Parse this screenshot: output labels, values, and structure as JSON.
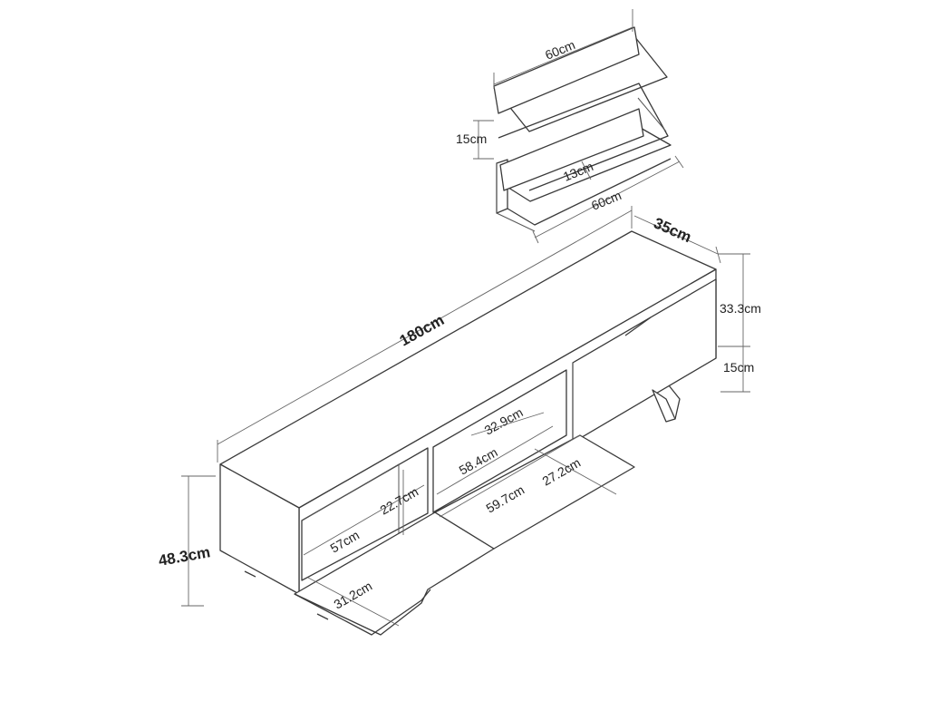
{
  "shelf": {
    "width_top": "60cm",
    "width_bottom": "60cm",
    "height": "15cm",
    "depth": "13cm"
  },
  "unit": {
    "length": "180cm",
    "depth": "35cm",
    "total_height": "48.3cm",
    "body_height": "33.3cm",
    "leg_height": "15cm",
    "compartment_height": "22.7cm",
    "compartment_width": "57cm",
    "door_width_left": "31.2cm",
    "inner_depth": "32.9cm",
    "middle_width": "58.4cm",
    "flap_width": "59.7cm",
    "flap_depth": "27.2cm"
  }
}
